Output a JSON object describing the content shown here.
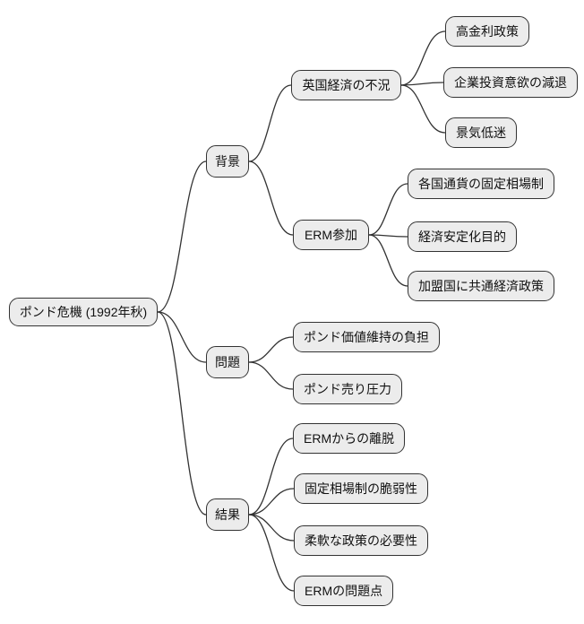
{
  "diagram": {
    "type": "mindmap",
    "title": "ポンド危機 (1992年秋)",
    "colors": {
      "node_fill": "#ececec",
      "node_border": "#333333",
      "edge": "#333333",
      "text": "#111111",
      "background": "#ffffff"
    },
    "root": {
      "label": "ポンド危機 (1992年秋)"
    },
    "branches": [
      {
        "label": "背景",
        "children": [
          {
            "label": "英国経済の不況",
            "children": [
              {
                "label": "高金利政策"
              },
              {
                "label": "企業投資意欲の減退"
              },
              {
                "label": "景気低迷"
              }
            ]
          },
          {
            "label": "ERM参加",
            "children": [
              {
                "label": "各国通貨の固定相場制"
              },
              {
                "label": "経済安定化目的"
              },
              {
                "label": "加盟国に共通経済政策"
              }
            ]
          }
        ]
      },
      {
        "label": "問題",
        "children": [
          {
            "label": "ポンド価値維持の負担"
          },
          {
            "label": "ポンド売り圧力"
          }
        ]
      },
      {
        "label": "結果",
        "children": [
          {
            "label": "ERMからの離脱"
          },
          {
            "label": "固定相場制の脆弱性"
          },
          {
            "label": "柔軟な政策の必要性"
          },
          {
            "label": "ERMの問題点"
          }
        ]
      }
    ]
  }
}
